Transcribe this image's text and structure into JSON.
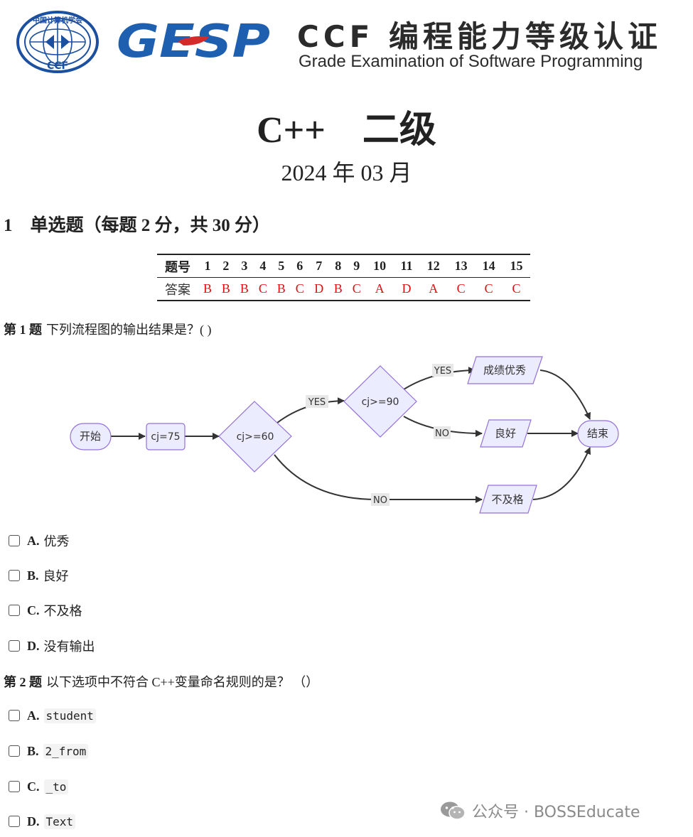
{
  "header": {
    "ccf_logo_text_top": "中国计算机学会",
    "ccf_logo_text_bottom": "CCF",
    "gesp_logo_text": "GESP",
    "brand_title": "CCF 编程能力等级认证",
    "brand_subtitle": "Grade Examination of Software Programming"
  },
  "document": {
    "title": "C++    二级",
    "date": "2024 年 03 月"
  },
  "section": {
    "heading": "1    单选题（每题 2 分，共 30 分）"
  },
  "answer_table": {
    "header_label": "题号",
    "answer_label": "答案",
    "numbers": [
      "1",
      "2",
      "3",
      "4",
      "5",
      "6",
      "7",
      "8",
      "9",
      "10",
      "11",
      "12",
      "13",
      "14",
      "15"
    ],
    "answers": [
      "B",
      "B",
      "B",
      "C",
      "B",
      "C",
      "D",
      "B",
      "C",
      "A",
      "D",
      "A",
      "C",
      "C",
      "C"
    ]
  },
  "questions": [
    {
      "number": "第 1 题",
      "text": "下列流程图的输出结果是？( )",
      "options": [
        {
          "letter": "A.",
          "text": "优秀"
        },
        {
          "letter": "B.",
          "text": "良好"
        },
        {
          "letter": "C.",
          "text": "不及格"
        },
        {
          "letter": "D.",
          "text": "没有输出"
        }
      ]
    },
    {
      "number": "第 2 题",
      "text": "以下选项中不符合 C++变量命名规则的是？ （）",
      "options": [
        {
          "letter": "A.",
          "text": "student"
        },
        {
          "letter": "B.",
          "text": "2_from"
        },
        {
          "letter": "C.",
          "text": "_to"
        },
        {
          "letter": "D.",
          "text": "Text"
        }
      ]
    }
  ],
  "flowchart": {
    "start": "开始",
    "assign": "cj=75",
    "cond1": "cj>=60",
    "cond2": "cj>=90",
    "excellent": "成绩优秀",
    "good": "良好",
    "fail": "不及格",
    "end": "结束",
    "yes1": "YES",
    "no1": "NO",
    "yes2": "YES",
    "no2": "NO",
    "node_fill": "#ececff",
    "node_stroke": "#9370db"
  },
  "watermark": {
    "text": "公众号 · BOSSEducate"
  },
  "colors": {
    "answer_red": "#dd1111",
    "ccf_blue": "#1b4fa0",
    "gesp_blue": "#1f5fb0",
    "gesp_red": "#d42a2a"
  }
}
